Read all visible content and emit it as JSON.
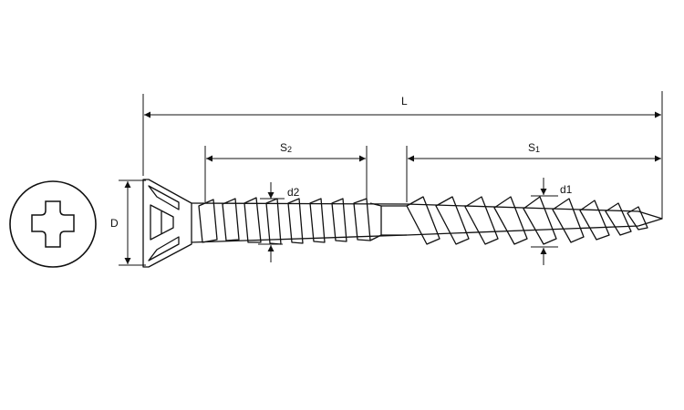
{
  "labels": {
    "length": "L",
    "lower_thread": "S",
    "lower_thread_index": "2",
    "upper_thread": "S",
    "upper_thread_index": "1",
    "head_diameter": "D",
    "major_diameter_lower": "d2",
    "major_diameter_upper": "d1"
  },
  "colors": {
    "stroke": "#111111",
    "background": "#ffffff"
  },
  "icons": {
    "head_view": "phillips-cross-head-icon"
  }
}
